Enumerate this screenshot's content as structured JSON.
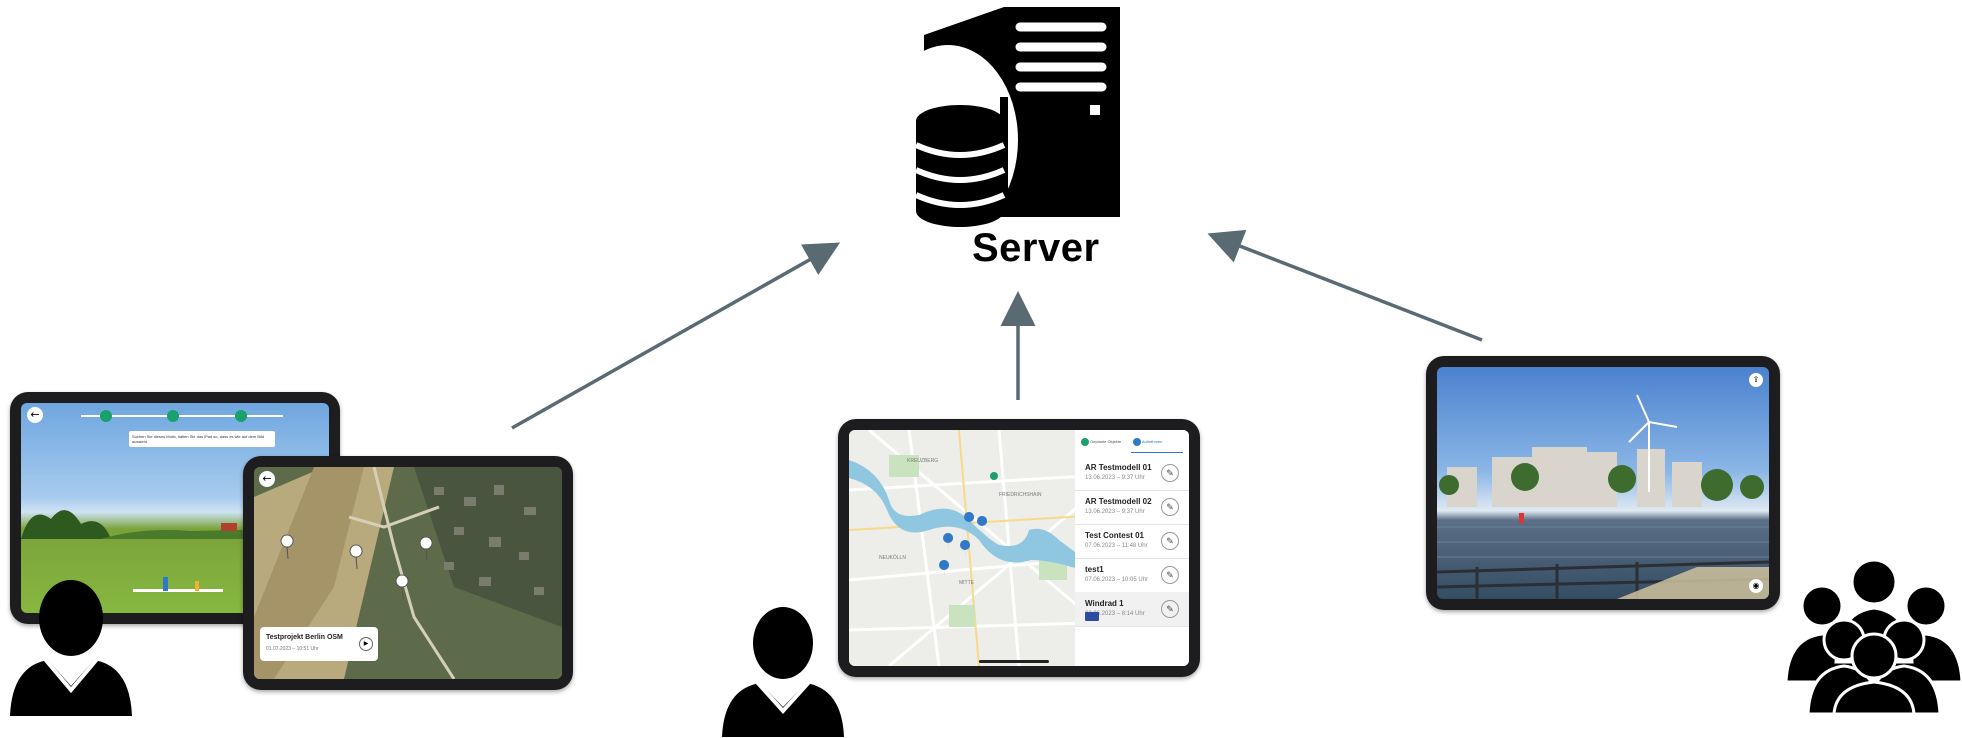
{
  "server": {
    "label": "Server"
  },
  "tablet_meadow": {
    "hint_text": "Suchen Sie dieses Motiv, halten Sie das iPad so, dass es wie auf dem Bild aussieht"
  },
  "tablet_aerial": {
    "card_title": "Testprojekt Berlin OSM",
    "card_date": "01.07.2023 – 10:51 Uhr"
  },
  "tablet_map": {
    "tabs": [
      "Geplante Objekte",
      "Aufnahmen"
    ],
    "list": [
      {
        "title": "AR Testmodell 01",
        "date": "13.06.2023 – 9:37 Uhr"
      },
      {
        "title": "AR Testmodell 02",
        "date": "13.06.2023 – 9:37 Uhr"
      },
      {
        "title": "Test Contest 01",
        "date": "07.06.2023 – 11:48 Uhr"
      },
      {
        "title": "test1",
        "date": "07.06.2023 – 10:05 Uhr"
      },
      {
        "title": "Windrad 1",
        "date": "02.06.2023 – 8:14 Uhr"
      }
    ],
    "map_labels": [
      "KREUZBERG",
      "FRIEDRICHSHAIN",
      "NEUKÖLLN",
      "MITTE"
    ]
  },
  "colors": {
    "arrow": "#5a6a73",
    "accent_green": "#1aa06b",
    "accent_blue": "#2f79c8",
    "river": "#8fc7e0"
  }
}
